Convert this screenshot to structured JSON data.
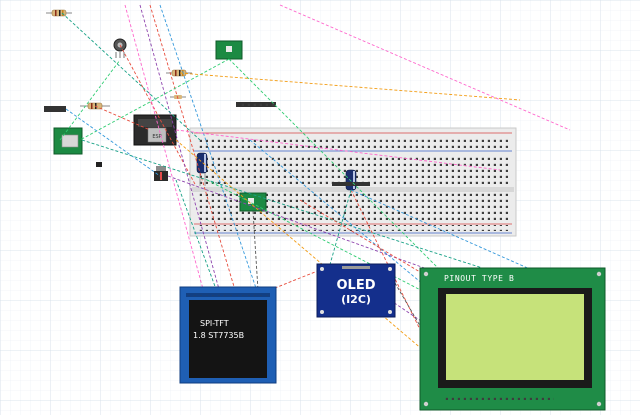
{
  "canvas": {
    "background": "#ffffff",
    "grid_color": "#dfe6ee"
  },
  "components": {
    "tft": {
      "label_line1": "SPI-TFT",
      "label_line2": "1.8 ST7735B",
      "frame_color": "#1f5fb4"
    },
    "oled": {
      "label_line1": "OLED",
      "label_line2": "(I2C)",
      "board_color": "#142f8c"
    },
    "lcd": {
      "title": "PINOUT TYPE B",
      "pcb_color": "#1f8c47",
      "screen_color": "#c6e27a"
    },
    "esp": {
      "chip_label": "ESP"
    },
    "breadboard": {
      "body_color": "#e9e9e9",
      "red_rail": "#d64545",
      "blue_rail": "#3a63c9"
    }
  },
  "wire_colors": [
    "#e74c3c",
    "#2ecc71",
    "#3498db",
    "#ff66cc",
    "#8e44ad",
    "#f39c12",
    "#16a085",
    "#555555"
  ]
}
